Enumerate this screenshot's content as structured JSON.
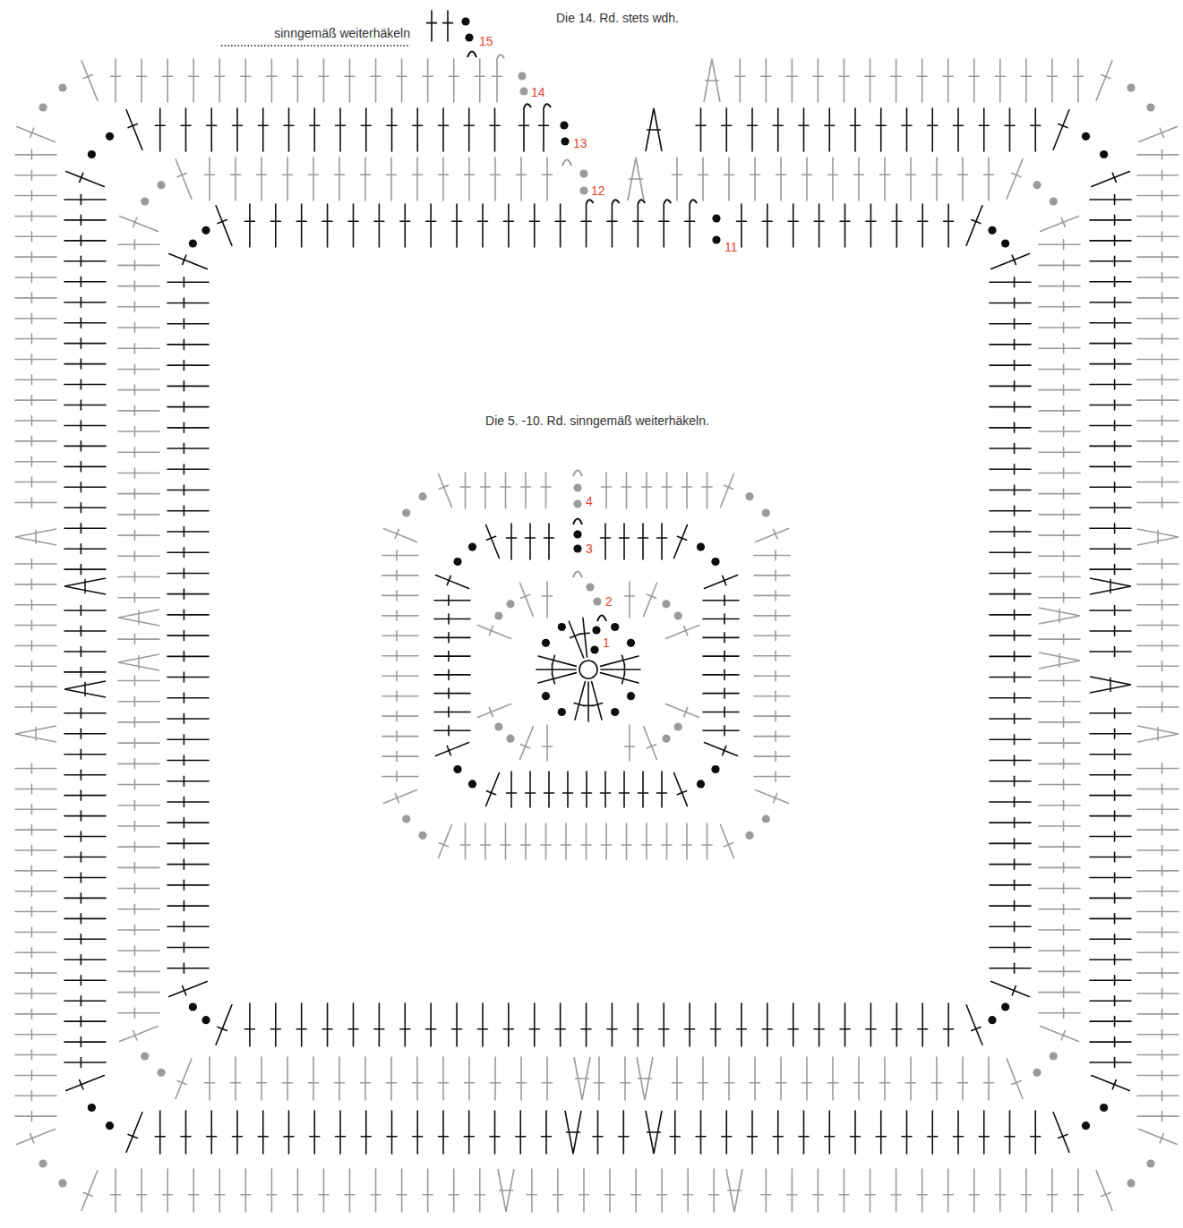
{
  "diagram": {
    "labels": [
      "sinngemäß weiterhäkeln",
      "15",
      "Die 14. Rd. stets wdh.",
      "14",
      "13",
      "12",
      "11",
      "Die 5. -10. Rd. sinngemäß weiterhäkeln.",
      "4",
      "3",
      "2",
      "1"
    ]
  }
}
